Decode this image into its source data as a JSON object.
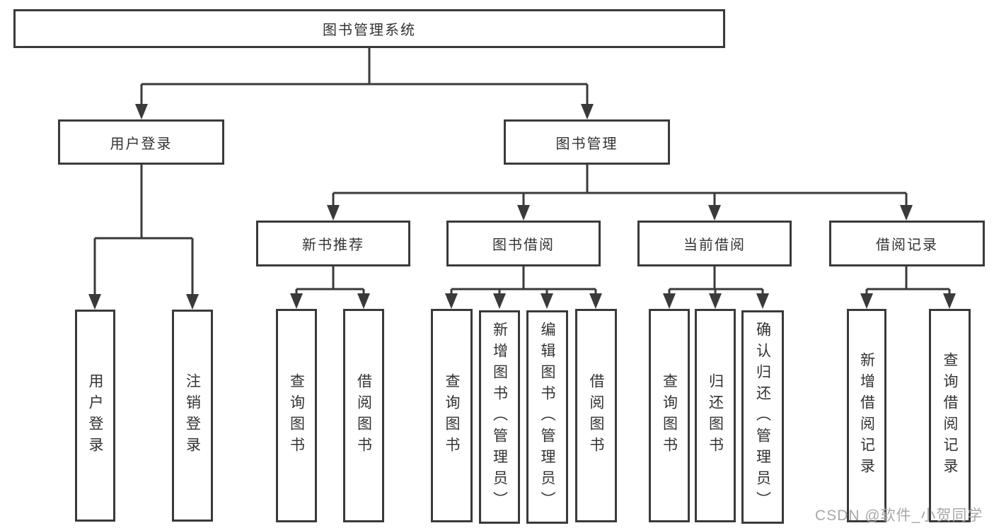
{
  "diagram": {
    "root": {
      "label": "图书管理系统"
    },
    "branches": {
      "user_login": {
        "label": "用户登录",
        "children": [
          {
            "label": "用户登录"
          },
          {
            "label": "注销登录"
          }
        ]
      },
      "book_management": {
        "label": "图书管理",
        "children": [
          {
            "label": "新书推荐",
            "children": [
              {
                "label": "查询图书"
              },
              {
                "label": "借阅图书"
              }
            ]
          },
          {
            "label": "图书借阅",
            "children": [
              {
                "label": "查询图书"
              },
              {
                "label": "新增图书（管理员）"
              },
              {
                "label": "编辑图书（管理员）"
              },
              {
                "label": "借阅图书"
              }
            ]
          },
          {
            "label": "当前借阅",
            "children": [
              {
                "label": "查询图书"
              },
              {
                "label": "归还图书"
              },
              {
                "label": "确认归还（管理员）"
              }
            ]
          },
          {
            "label": "借阅记录",
            "children": [
              {
                "label": "新增借阅记录"
              },
              {
                "label": "查询借阅记录"
              }
            ]
          }
        ]
      }
    }
  },
  "watermark": "CSDN @软件_小贺同学",
  "colors": {
    "line": "#3a3a3a",
    "text": "#333333",
    "box_bg": "#ffffff",
    "watermark": "#a8a8a8",
    "bg": "#ffffff"
  }
}
